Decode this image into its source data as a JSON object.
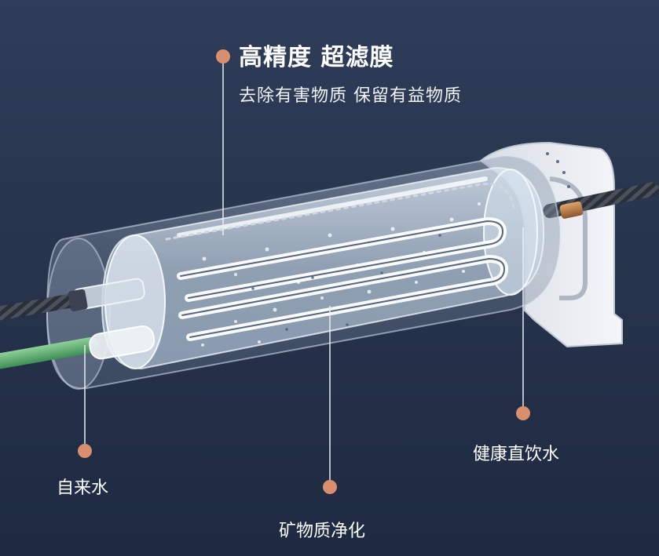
{
  "title": "高精度 超滤膜",
  "subtitle": "去除有害物质 保留有益物质",
  "labels": {
    "tap_water": "自来水",
    "mineral": "矿物质净化",
    "drinking": "健康直饮水"
  },
  "colors": {
    "background": "#27344d",
    "callout_dot": "#d98e6e",
    "callout_line": "#e9edf2",
    "inlet_hose": "#5fae6f",
    "copper_pipe": "#b67a45"
  }
}
